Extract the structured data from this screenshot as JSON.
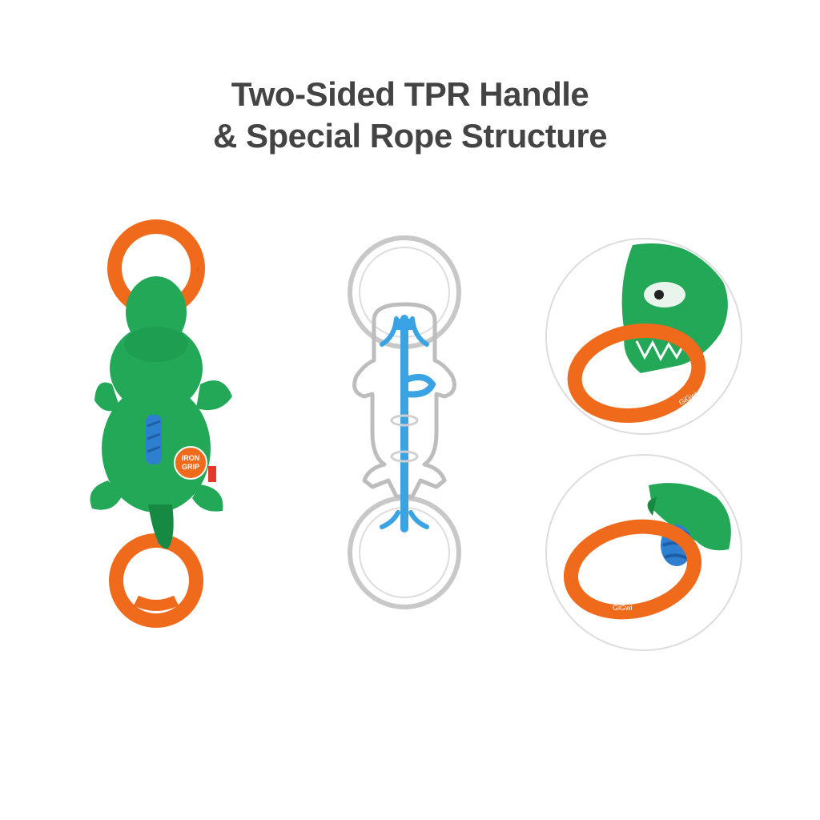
{
  "headline": {
    "line1": "Two-Sided TPR Handle",
    "line2": "& Special Rope Structure"
  },
  "badge": {
    "line1": "IRON",
    "line2": "GRIP"
  },
  "ring_brand": "GiGwi",
  "colors": {
    "heading": "#444444",
    "plush_green": "#23a858",
    "plush_dark": "#168a42",
    "handle_orange": "#f06a1c",
    "handle_orange_dark": "#c8520f",
    "rope_blue": "#2f7fd0",
    "diagram_blue": "#3aa3e3",
    "diagram_outline": "#c8c8c8",
    "circle_border": "#dddddd"
  },
  "icons": [
    "crocodile-plush-image",
    "tpr-ring-handle-icon",
    "rope-structure-diagram",
    "detail-zoom-circle"
  ]
}
